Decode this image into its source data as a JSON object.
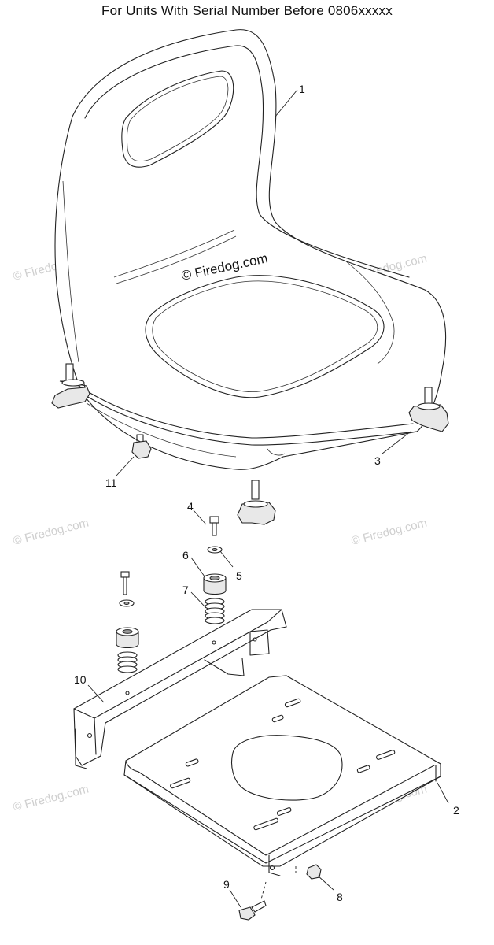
{
  "title": "For Units With Serial Number Before 0806xxxxx",
  "watermark_main": "© Firedog.com",
  "watermark_faint": "© Firedog.com",
  "callouts": {
    "c1": "1",
    "c2": "2",
    "c3": "3",
    "c4": "4",
    "c5": "5",
    "c6": "6",
    "c7": "7",
    "c8": "8",
    "c9": "9",
    "c10": "10",
    "c11": "11"
  },
  "parts": [
    "seat",
    "seat-base-plate",
    "seat-knob",
    "bolt",
    "washer",
    "bushing",
    "spring",
    "nut",
    "bolt-flange",
    "support-bracket",
    "clip"
  ]
}
